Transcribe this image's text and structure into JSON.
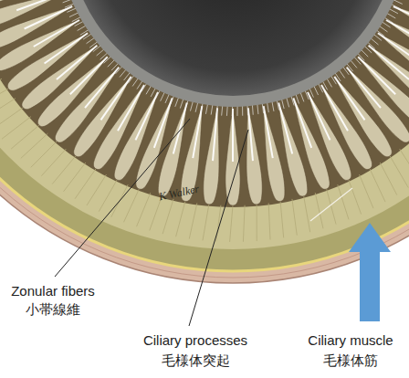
{
  "diagram": {
    "labels": [
      "Zonular fibers",
      "小帯線維",
      "Ciliary processes",
      "毛様体突起",
      "Ciliary muscle",
      "毛様体筋",
      "K Walker"
    ]
  }
}
